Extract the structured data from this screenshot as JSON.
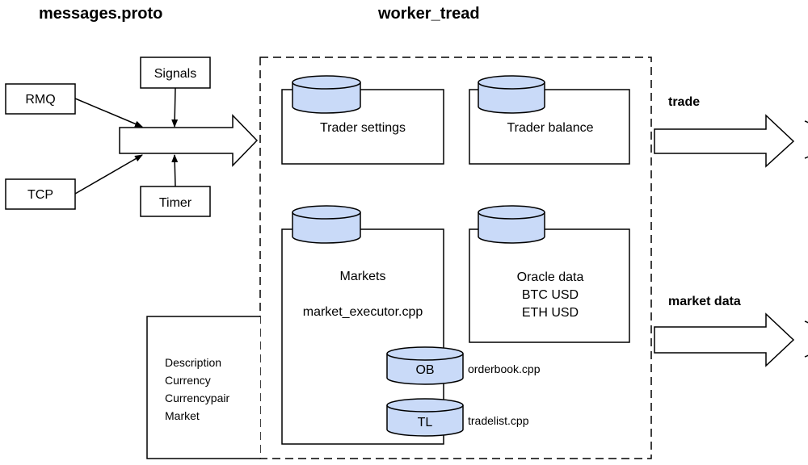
{
  "titles": {
    "left": "messages.proto",
    "center": "worker_tread"
  },
  "inputs": {
    "rmq": "RMQ",
    "tcp": "TCP",
    "signals": "Signals",
    "timer": "Timer"
  },
  "components": {
    "trader_settings": "Trader settings",
    "trader_balance": "Trader balance",
    "markets": "Markets",
    "market_executor": "market_executor.cpp",
    "oracle_lines": [
      "Oracle data",
      "BTC USD",
      "ETH USD"
    ],
    "ob": "OB",
    "orderbook": "orderbook.cpp",
    "tl": "TL",
    "tradelist": "tradelist.cpp"
  },
  "description_lines": [
    "Description",
    "Currency",
    "Currencypair",
    "Market"
  ],
  "outputs": {
    "trade": "trade",
    "market_data": "market data"
  },
  "colors": {
    "cylinder_fill": "#c9daf8",
    "stroke": "#000000"
  }
}
